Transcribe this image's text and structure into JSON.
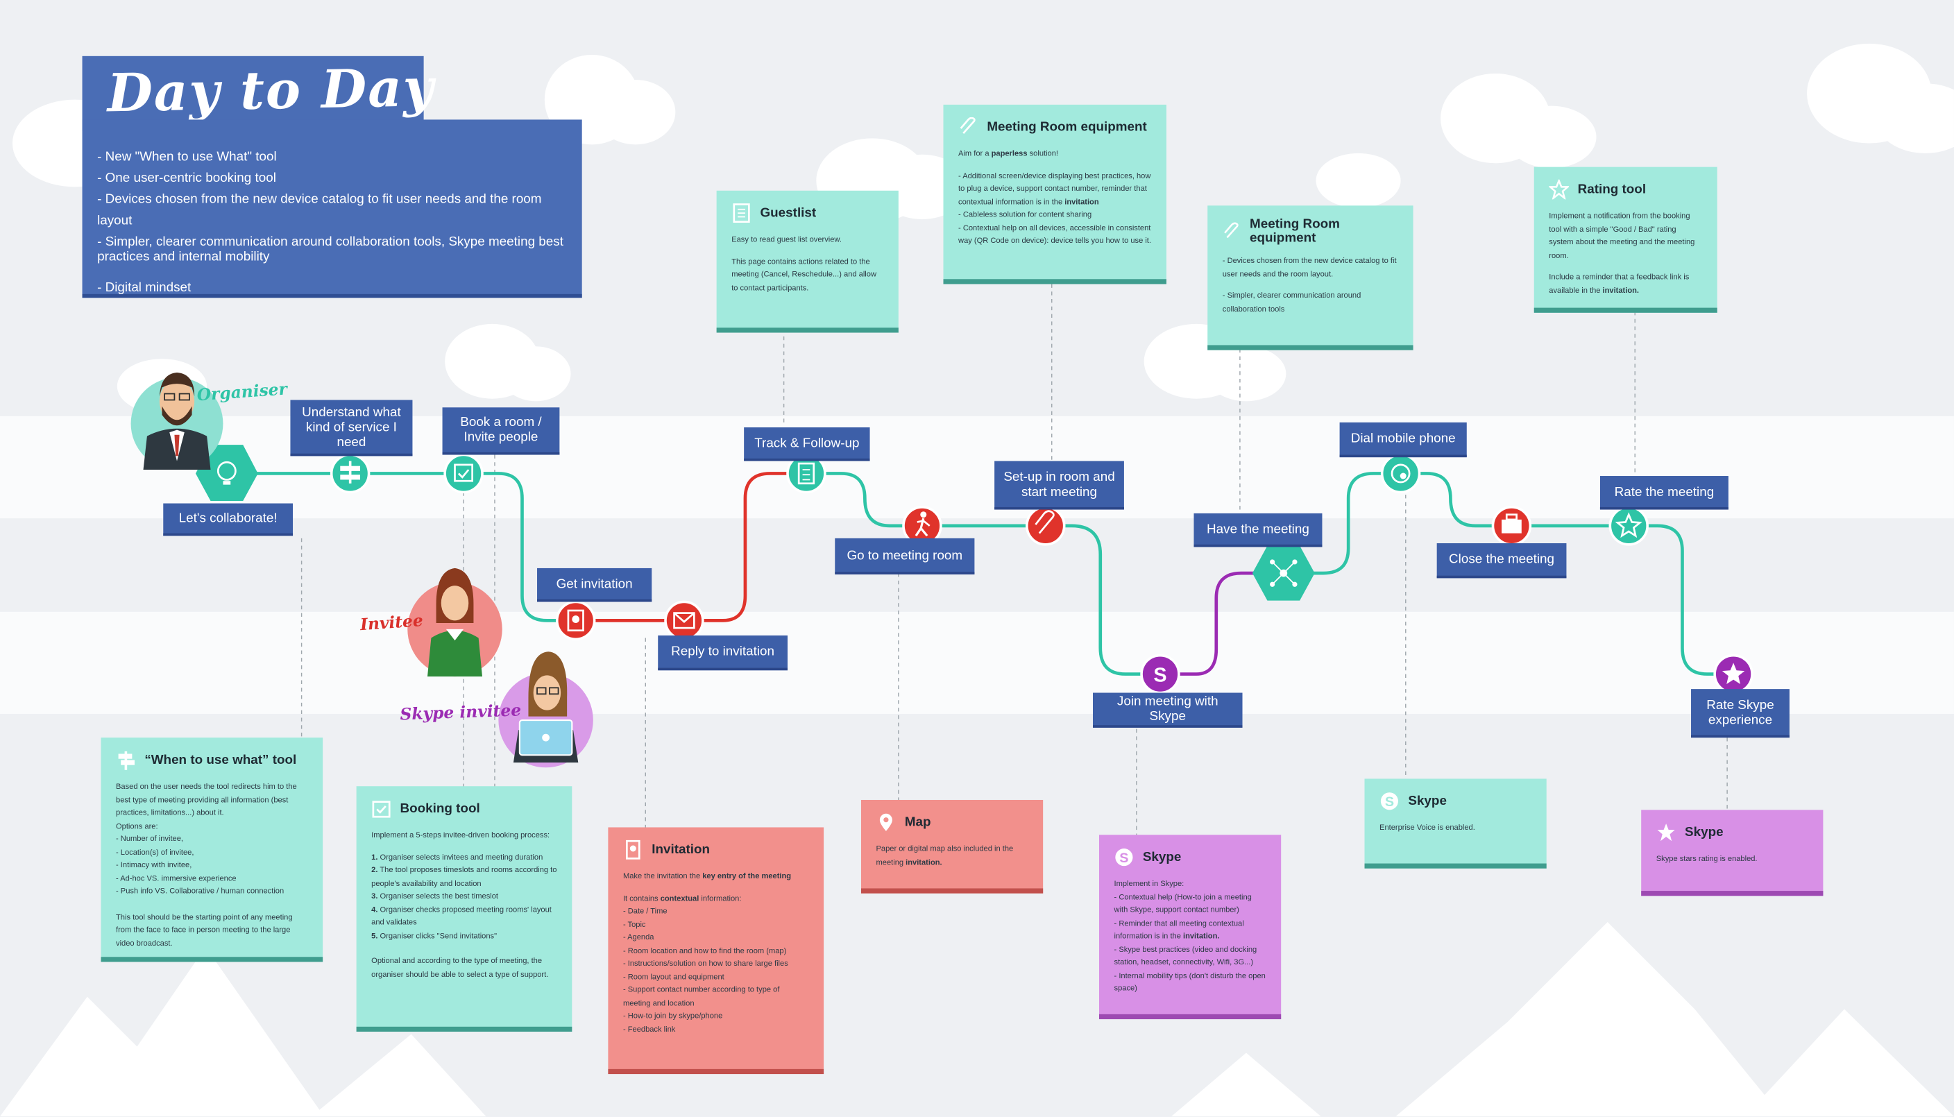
{
  "title": "Day to Day",
  "intro": [
    "- New \"When to use What\" tool",
    "- One user-centric booking tool",
    "- Devices chosen from the new device catalog to fit user needs and the room layout",
    "- Simpler, clearer communication around collaboration tools, Skype meeting best practices and internal mobility",
    "- Digital mindset"
  ],
  "personas": {
    "organiser": "Organiser",
    "invitee": "Invitee",
    "skype_invitee": "Skype invitee"
  },
  "steps": {
    "lets_collaborate": "Let's collaborate!",
    "understand": "Understand what kind of service I need",
    "book_room": "Book a room / Invite people",
    "get_invitation": "Get invitation",
    "reply_invitation": "Reply to invitation",
    "track": "Track & Follow-up",
    "go_room": "Go to meeting room",
    "setup_room": "Set-up in room and start meeting",
    "join_skype": "Join meeting with Skype",
    "have_meeting": "Have the meeting",
    "dial_mobile": "Dial mobile phone",
    "close_meeting": "Close the meeting",
    "rate_meeting": "Rate the meeting",
    "rate_skype": "Rate Skype experience"
  },
  "cards": {
    "guestlist": {
      "title": "Guestlist",
      "p1": "Easy to read guest list overview.",
      "p2": "This page contains actions related to the meeting (Cancel, Reschedule...) and allow to contact participants."
    },
    "equipment1": {
      "title": "Meeting Room equipment",
      "p1a": "Aim for a ",
      "p1b": "paperless",
      "p1c": " solution!",
      "l1": "- Additional screen/device displaying best practices, how to plug a device, support contact number, reminder that contextual information is in the ",
      "l1b": "invitation",
      "l2": "- Cableless solution for content sharing",
      "l3": "- Contextual help on all devices, accessible in consistent way (QR Code on device): device tells you how to use it."
    },
    "equipment2": {
      "title": "Meeting Room equipment",
      "p1": "- Devices chosen from the new device catalog to fit user needs and the room layout.",
      "p2": "- Simpler, clearer communication around collaboration tools"
    },
    "rating": {
      "title": "Rating tool",
      "p1": "Implement a notification from the booking tool with a simple \"Good / Bad\" rating system about the meeting and the meeting room.",
      "p2a": "Include a reminder that a feedback link is available in the ",
      "p2b": "invitation."
    },
    "when_to_use": {
      "title": "“When to use what” tool",
      "p1": "Based on the user needs the tool redirects him to the best type of meeting providing all information (best practices, limitations...) about it.",
      "options_label": "Options are:",
      "options": [
        "- Number of invitee,",
        "- Location(s) of invitee,",
        "- Intimacy with invitee,",
        "- Ad-hoc VS. immersive experience",
        "- Push info VS. Collaborative / human connection"
      ],
      "p2": "This tool should be the starting point of any meeting from the face to face in person meeting to the large video broadcast."
    },
    "booking": {
      "title": "Booking tool",
      "p1": "Implement a 5-steps invitee-driven booking process:",
      "steps": [
        {
          "n": "1.",
          "t": " Organiser selects invitees and meeting duration"
        },
        {
          "n": "2.",
          "t": " The tool proposes timeslots and rooms according to people's availability and location"
        },
        {
          "n": "3.",
          "t": " Organiser selects the best timeslot"
        },
        {
          "n": "4.",
          "t": " Organiser checks proposed meeting rooms' layout and validates"
        },
        {
          "n": "5.",
          "t": " Organiser clicks \"Send invitations\""
        }
      ],
      "p2": "Optional and according to the type of meeting, the organiser should be able to select a type of support."
    },
    "invitation": {
      "title": "Invitation",
      "p1a": "Make the invitation the ",
      "p1b": "key entry of the meeting",
      "p2a": "It contains ",
      "p2b": "contextual",
      "p2c": " information:",
      "items": [
        "- Date / Time",
        "- Topic",
        "- Agenda",
        "- Room location and how to find the room (map)",
        "- Instructions/solution on how to share large files",
        "- Room layout and equipment",
        "- Support contact number according to type of meeting and location",
        "- How-to join by skype/phone",
        "- Feedback link"
      ]
    },
    "map": {
      "title": "Map",
      "p1a": "Paper or digital map also included in the meeting ",
      "p1b": "invitation."
    },
    "skype_join": {
      "title": "Skype",
      "label": "Implement in Skype:",
      "items": [
        "- Contextual help (How-to join a meeting with Skype, support contact number)",
        "- Reminder that  all meeting contextual information is in the ",
        "- Skype best practices (video and docking station, headset, connectivity, Wifi, 3G...)",
        "- Internal mobility tips (don't disturb the open space)"
      ],
      "bold_word": "invitation."
    },
    "skype_voice": {
      "title": "Skype",
      "p1": "Enterprise Voice is enabled."
    },
    "skype_rating": {
      "title": "Skype",
      "p1": "Skype stars rating is enabled."
    }
  },
  "colors": {
    "blue": "#4a6db5",
    "teal": "#a2eadd",
    "salmon": "#f2908c",
    "lilac": "#d890e6",
    "path_teal": "#2ec4a6",
    "path_red": "#e0332b",
    "path_purple": "#9b2bb3"
  }
}
